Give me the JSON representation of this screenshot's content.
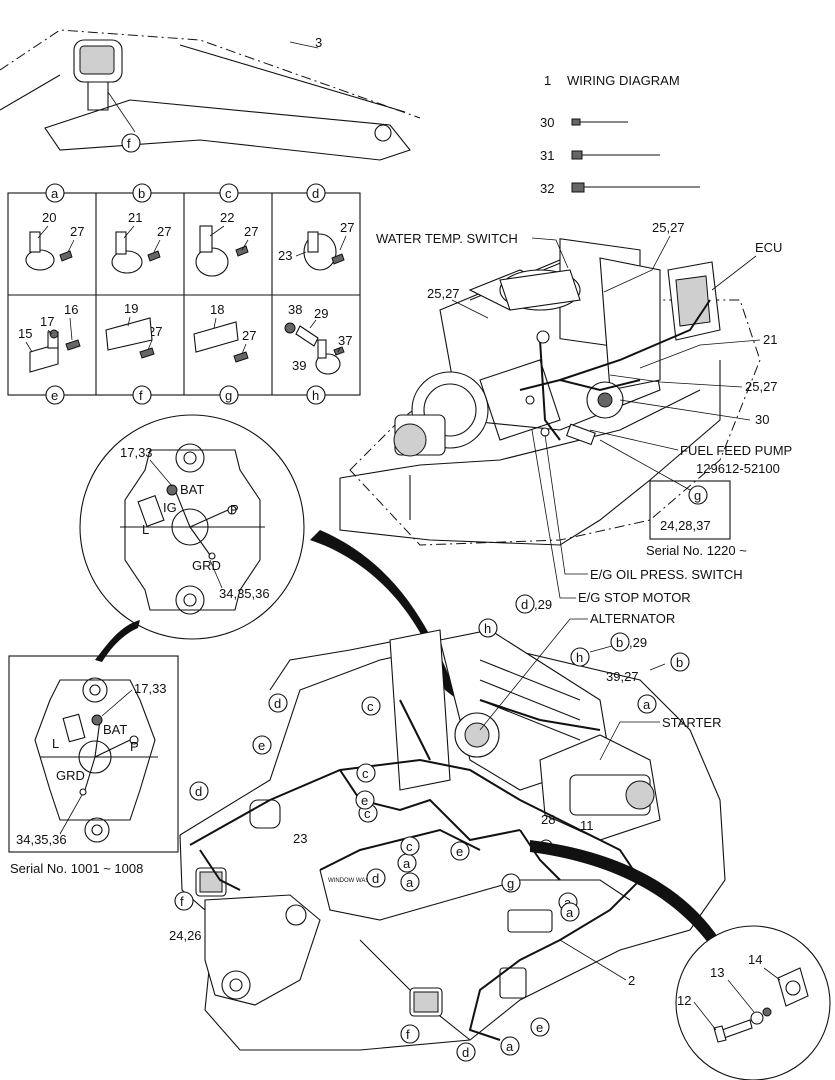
{
  "legend": {
    "item_1": {
      "num": "1",
      "text": "WIRING DIAGRAM"
    },
    "ties": [
      {
        "num": "30"
      },
      {
        "num": "31"
      },
      {
        "num": "32"
      }
    ]
  },
  "top": {
    "num_3": "3",
    "letter_f": "f"
  },
  "grid": {
    "cells": [
      {
        "letter": "a",
        "nums": [
          "20",
          "27"
        ]
      },
      {
        "letter": "b",
        "nums": [
          "21",
          "27"
        ]
      },
      {
        "letter": "c",
        "nums": [
          "22",
          "27"
        ]
      },
      {
        "letter": "d",
        "nums": [
          "23",
          "27"
        ]
      },
      {
        "letter": "e",
        "nums": [
          "15",
          "17",
          "16"
        ]
      },
      {
        "letter": "f",
        "nums": [
          "19",
          "27"
        ]
      },
      {
        "letter": "g",
        "nums": [
          "18",
          "27"
        ]
      },
      {
        "letter": "h",
        "nums": [
          "38",
          "29",
          "39",
          "37"
        ]
      }
    ]
  },
  "engine": {
    "water_temp": "WATER TEMP. SWITCH",
    "ecu": "ECU",
    "n_25_27_a": "25,27",
    "n_25_27_b": "25,27",
    "n_25_27_c": "25,27",
    "n_21": "21",
    "n_30": "30",
    "fuel_pump": "FUEL FEED PUMP",
    "fuel_pump_part": "129612-52100",
    "g_letter": "g",
    "g_nums": "24,28,37",
    "serial_1220": "Serial No. 1220 ~",
    "oil_press": "E/G OIL PRESS. SWITCH",
    "stop_motor": "E/G STOP MOTOR"
  },
  "alt_big": {
    "n_17_33": "17,33",
    "bat": "BAT",
    "ig": "IG",
    "p": "P",
    "l": "L",
    "grd": "GRD",
    "n_34": "34,35,36"
  },
  "alt_small": {
    "n_17_33": "17,33",
    "bat": "BAT",
    "l": "L",
    "p": "P",
    "grd": "GRD",
    "n_34": "34,35,36",
    "serial": "Serial No. 1001 ~ 1008"
  },
  "machine": {
    "d29_letter": "d",
    "d29_num": ",29",
    "alternator": "ALTERNATOR",
    "b29_letter": "b",
    "b29_num": ",29",
    "n_39_27": "39,27",
    "b_letter": "b",
    "starter": "STARTER",
    "n_23": "23",
    "n_28": "28",
    "n_11": "11",
    "n_24_26": "24,26",
    "n_2": "2",
    "window_washer": "WINDOW WASHER",
    "callouts": [
      "d",
      "h",
      "c",
      "h",
      "a",
      "e",
      "d",
      "c",
      "c",
      "e",
      "a",
      "a",
      "c",
      "d",
      "f",
      "g",
      "a",
      "a",
      "f",
      "d",
      "a",
      "e",
      "e"
    ]
  },
  "bolt": {
    "n_12": "12",
    "n_13": "13",
    "n_14": "14"
  }
}
